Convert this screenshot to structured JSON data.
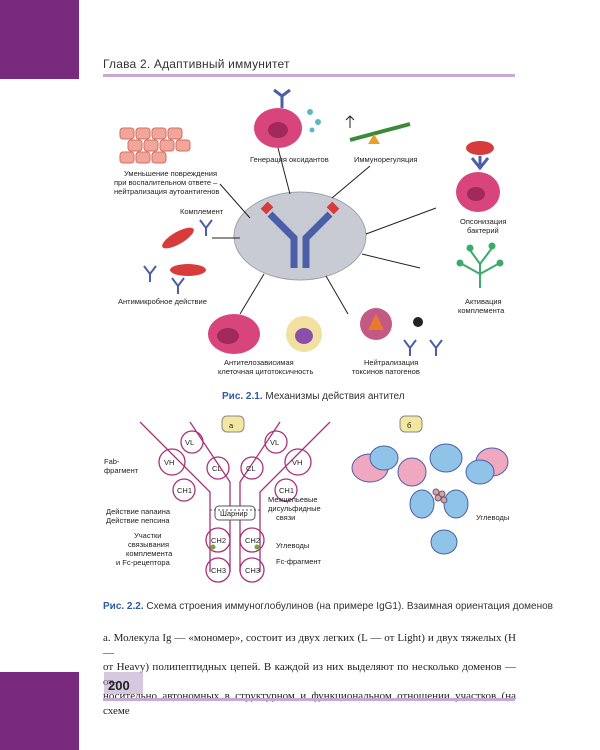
{
  "header": {
    "running_title": "Глава 2. Адаптивный иммунитет"
  },
  "page_number": "200",
  "figure1": {
    "caption_num": "Рис. 2.1.",
    "caption_text": "Механизмы действия антител",
    "labels": {
      "oxidants": "Генерация оксидантов",
      "immunoreg": "Иммунорегуляция",
      "damage_1": "Уменьшение повреждения",
      "damage_2": "при воспалительном ответе –",
      "damage_3": "нейтрализация аутоантигенов",
      "complement": "Комплемент",
      "opsonization_1": "Опсонизация",
      "opsonization_2": "бактерий",
      "antimicrobial": "Антимикробное действие",
      "activation_1": "Активация",
      "activation_2": "комплемента",
      "adcc_1": "Антителозависимая",
      "adcc_2": "клеточная цитотоксичность",
      "neutral_1": "Нейтрализация",
      "neutral_2": "токсинов патогенов"
    }
  },
  "figure2": {
    "caption_num": "Рис. 2.2.",
    "caption_text": "Схема строения иммуноглобулинов (на примере IgG1). Взаимная ориентация доменов",
    "panel_a": "а",
    "panel_b": "б",
    "labels": {
      "fab_1": "Fab-",
      "fab_2": "фрагмент",
      "hinge": "Шарнир",
      "papain": "Действие папаина",
      "pepsin": "Действие пепсина",
      "disulfide_1": "Межцепьевые",
      "disulfide_2": "дисульфидные",
      "disulfide_3": "связи",
      "sites_1": "Участки",
      "sites_2": "связывания",
      "sites_3": "комплемента",
      "sites_4": "и Fc-рецептора",
      "carbs": "Углеводы",
      "fc": "Fc-фрагмент",
      "carbs_b": "Углеводы",
      "vl": "VL",
      "vh": "VH",
      "cl": "CL",
      "ch1": "CH1",
      "ch2": "CH2",
      "ch3": "CH3"
    }
  },
  "body": {
    "line1": "а. Молекула Ig — «мономер», состоит из двух легких (L — от Light) и двух тяжелых (H —",
    "line2": "от Heavy) полипептидных цепей. В каждой из них выделяют по несколько доменов — от-",
    "line3": "носительно автономных в структурном и функциональном отношении участков (на схеме"
  },
  "colors": {
    "accent": "#7a2a7e",
    "rule": "#c8a8d4",
    "caption_blue": "#2d5aa7",
    "cell_pink": "#d8457c",
    "antibody_blue": "#4b5fa8"
  }
}
